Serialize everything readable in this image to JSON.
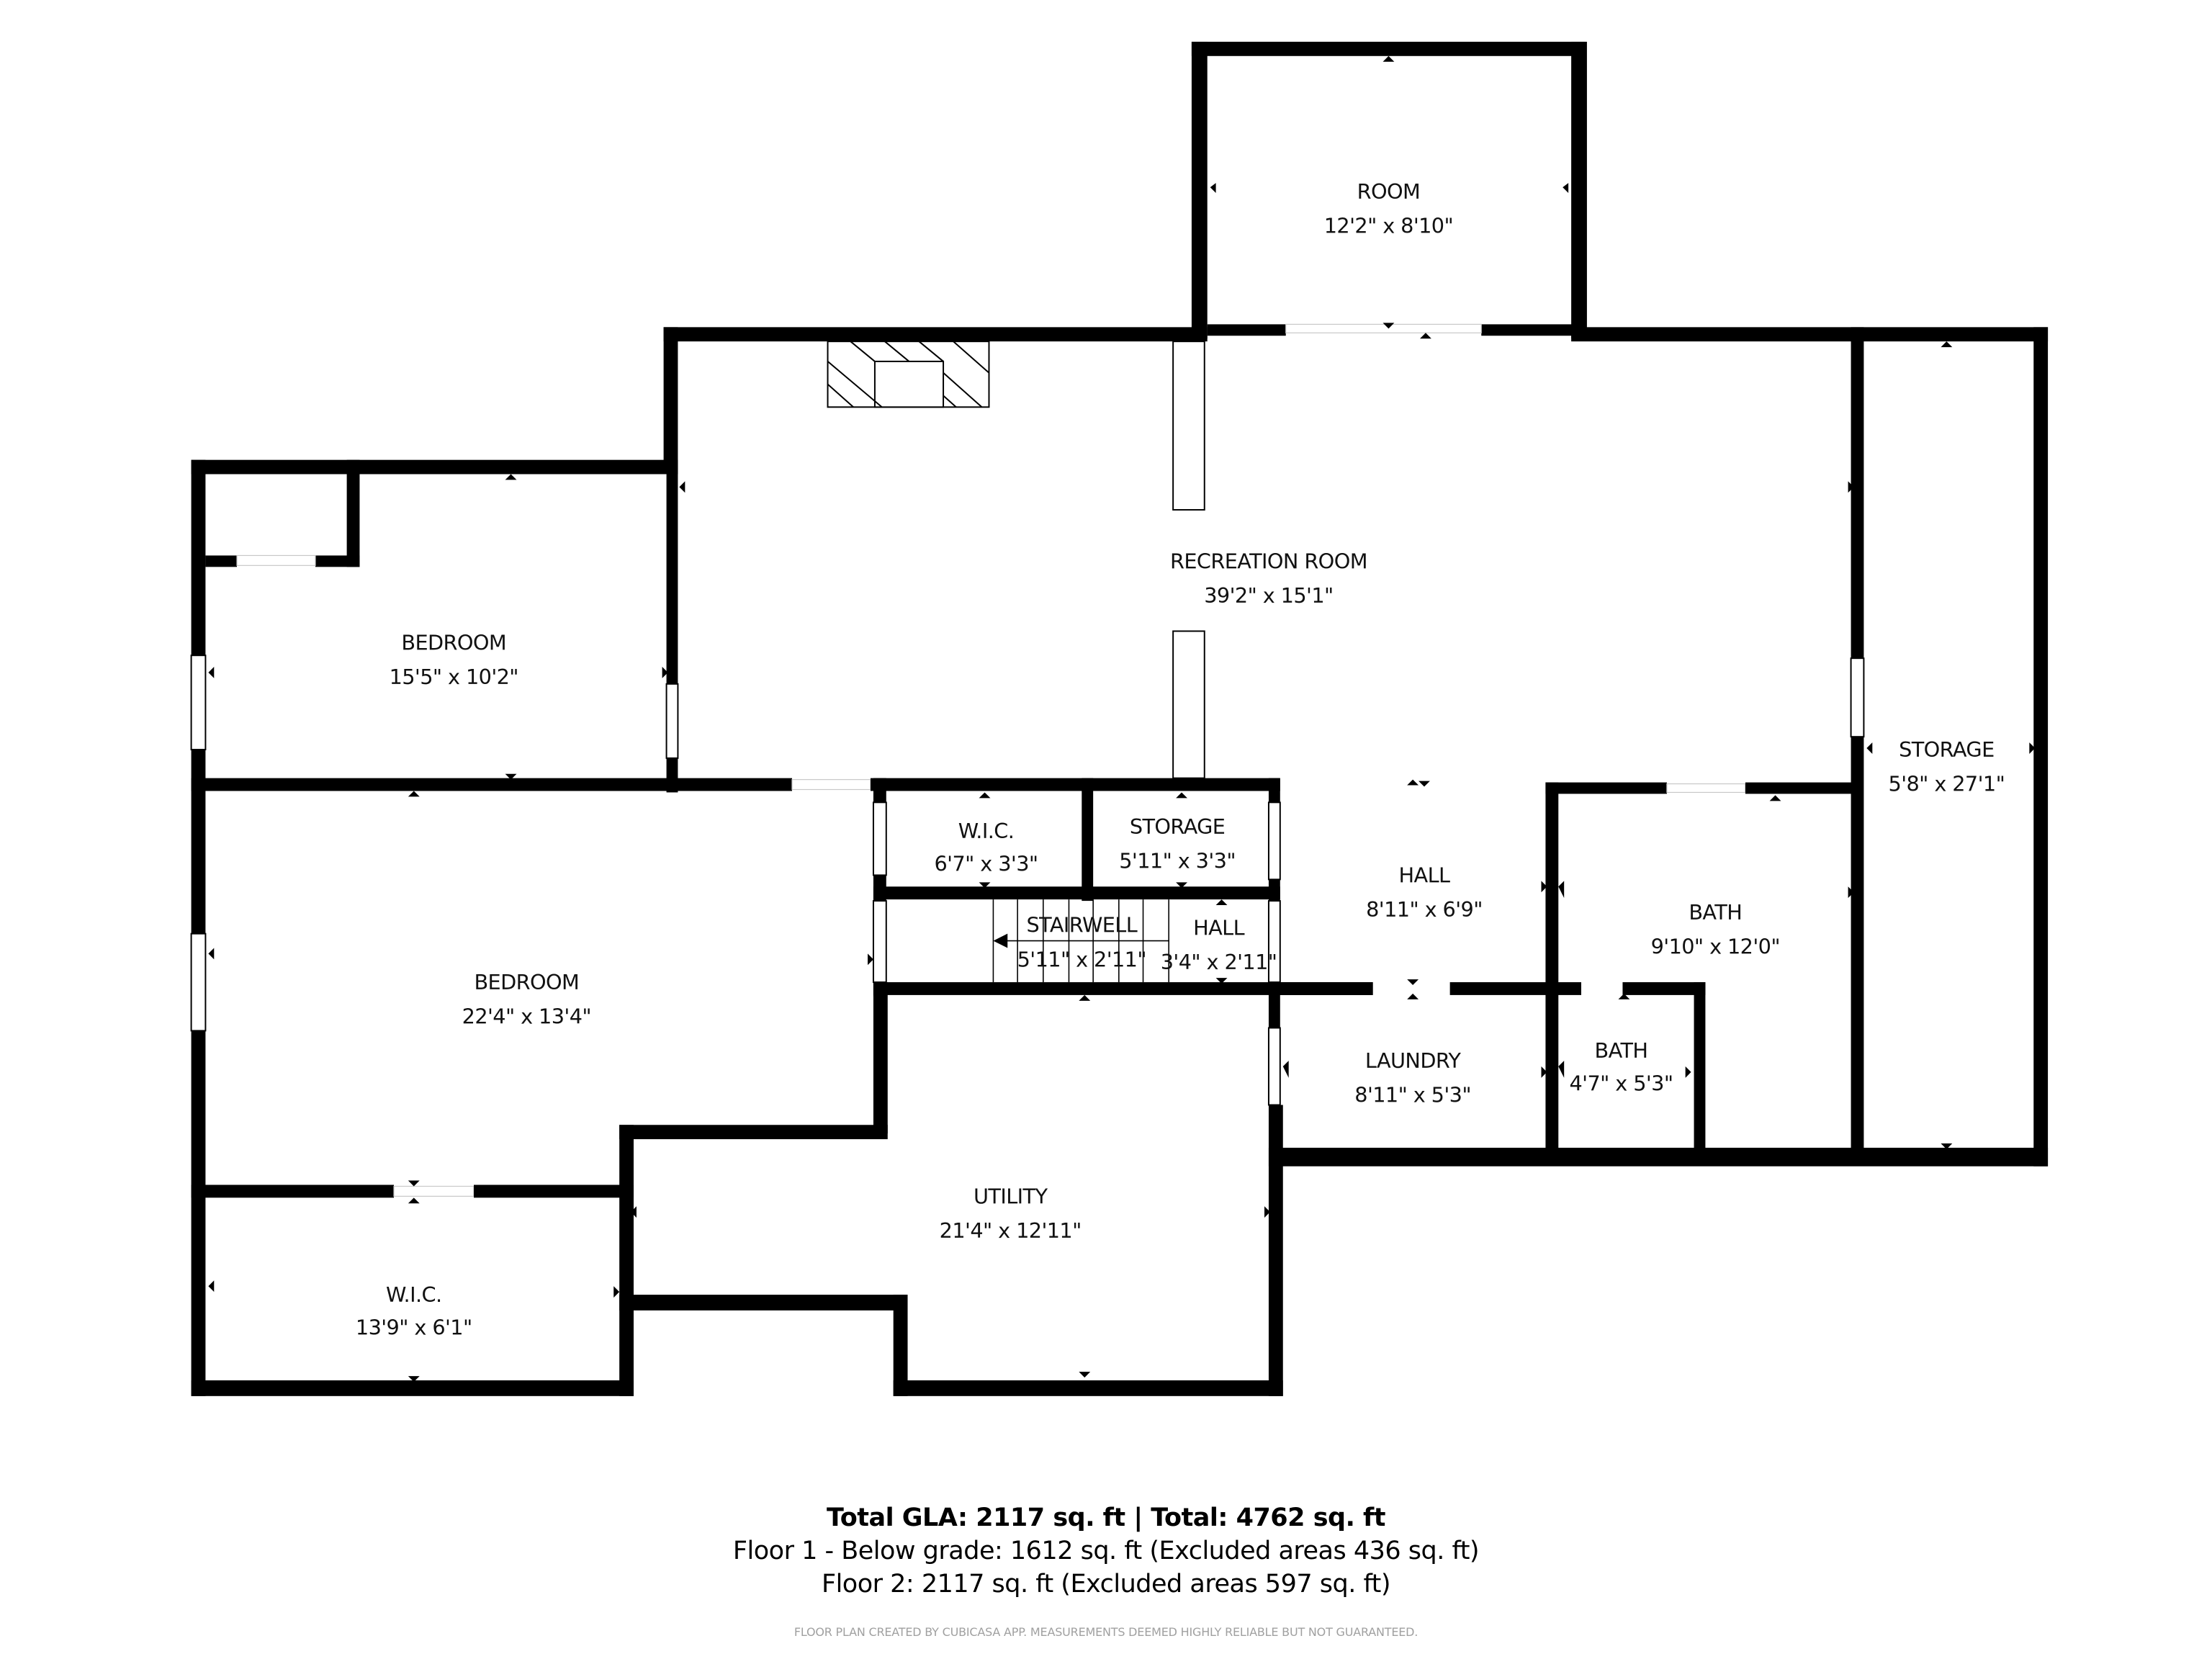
{
  "floor_plan": {
    "rooms": [
      {
        "id": "room",
        "name": "ROOM",
        "dimensions": "12'2\" x 8'10\""
      },
      {
        "id": "recreation-room",
        "name": "RECREATION ROOM",
        "dimensions": "39'2\" x 15'1\""
      },
      {
        "id": "bedroom-1",
        "name": "BEDROOM",
        "dimensions": "15'5\" x 10'2\""
      },
      {
        "id": "bedroom-2",
        "name": "BEDROOM",
        "dimensions": "22'4\" x 13'4\""
      },
      {
        "id": "wic-1",
        "name": "W.I.C.",
        "dimensions": "6'7\" x 3'3\""
      },
      {
        "id": "storage-1",
        "name": "STORAGE",
        "dimensions": "5'11\" x 3'3\""
      },
      {
        "id": "stairwell",
        "name": "STAIRWELL",
        "dimensions": "5'11\" x 2'11\""
      },
      {
        "id": "hall-1",
        "name": "HALL",
        "dimensions": "3'4\" x 2'11\""
      },
      {
        "id": "hall-2",
        "name": "HALL",
        "dimensions": "8'11\" x 6'9\""
      },
      {
        "id": "bath-1",
        "name": "BATH",
        "dimensions": "9'10\" x 12'0\""
      },
      {
        "id": "storage-2",
        "name": "STORAGE",
        "dimensions": "5'8\" x 27'1\""
      },
      {
        "id": "laundry",
        "name": "LAUNDRY",
        "dimensions": "8'11\" x 5'3\""
      },
      {
        "id": "bath-2",
        "name": "BATH",
        "dimensions": "4'7\" x 5'3\""
      },
      {
        "id": "utility",
        "name": "UTILITY",
        "dimensions": "21'4\" x 12'11\""
      },
      {
        "id": "wic-2",
        "name": "W.I.C.",
        "dimensions": "13'9\" x 6'1\""
      }
    ],
    "fixtures": [
      {
        "id": "fireplace",
        "icon": "fireplace-icon"
      },
      {
        "id": "stairs",
        "icon": "stairs-icon"
      }
    ],
    "colors": {
      "wall": "#000000",
      "background": "#ffffff",
      "text": "#111111",
      "disclaimer": "#a0a0a0"
    }
  },
  "summary": {
    "title": "Total GLA: 2117 sq. ft | Total: 4762 sq. ft",
    "floor1": "Floor 1 - Below grade: 1612 sq. ft (Excluded areas 436 sq. ft)",
    "floor2": "Floor 2: 2117 sq. ft (Excluded areas 597 sq. ft)",
    "disclaimer": "FLOOR PLAN CREATED BY CUBICASA APP. MEASUREMENTS DEEMED HIGHLY RELIABLE BUT NOT GUARANTEED."
  }
}
